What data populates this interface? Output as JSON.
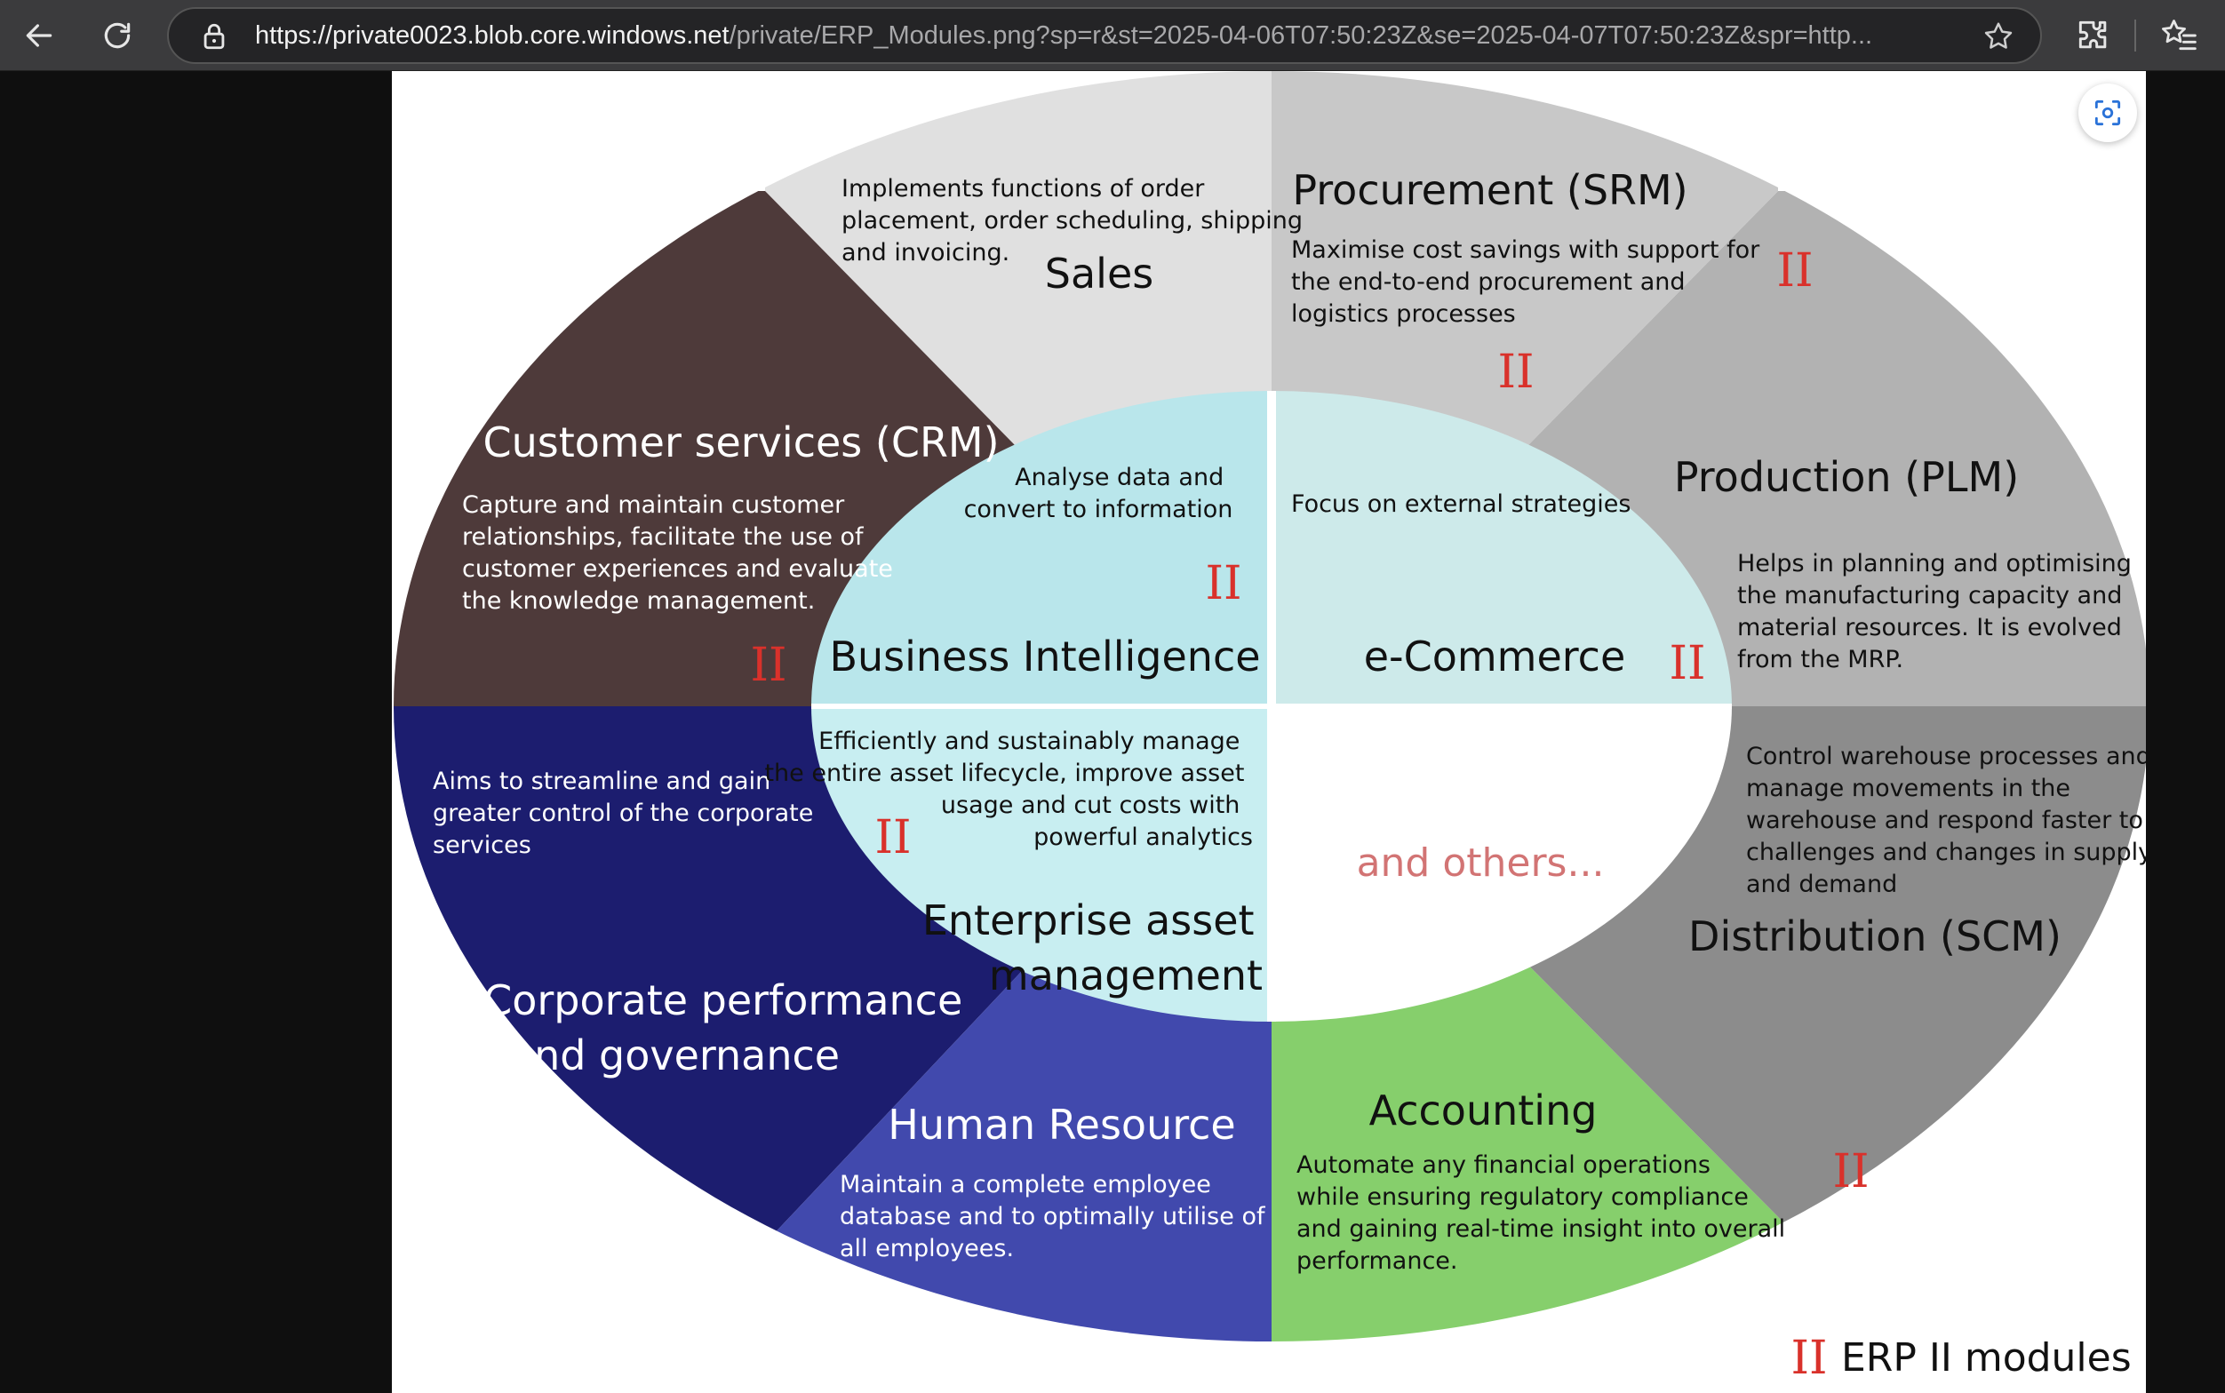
{
  "browser": {
    "url_host": "https://private0023.blob.core.windows.net",
    "url_path": "/private/ERP_Modules.png?sp=r&st=2025-04-06T07:50:23Z&se=2025-04-07T07:50:23Z&spr=http...",
    "icons": [
      "back-arrow-icon",
      "reload-icon",
      "site-info-icon",
      "star-icon",
      "extensions-icon",
      "favorites-icon"
    ]
  },
  "diagram": {
    "colors": {
      "sales": "#e0e0e0",
      "procurement": "#c8c8c8",
      "production": "#b2b2b2",
      "distribution": "#8c8c8c",
      "accounting": "#86cf6c",
      "hr": "#4149ad",
      "corporate": "#1c1d6f",
      "crm": "#4e3a3a",
      "bi": "#b9e6eb",
      "ecommerce": "#cdeaea",
      "eam": "#c8eef1",
      "mark": "#d9312b",
      "others": "#d27474"
    },
    "sales": {
      "title": "Sales",
      "desc": [
        "Implements functions of order",
        "placement, order scheduling, shipping",
        "and invoicing."
      ]
    },
    "procurement": {
      "title": "Procurement (SRM)",
      "desc": [
        "Maximise cost savings with support for",
        "the end-to-end procurement and",
        "logistics processes"
      ]
    },
    "production": {
      "title": "Production (PLM)",
      "desc": [
        "Helps in planning and optimising",
        "the manufacturing capacity and",
        "material resources. It is evolved",
        "from the MRP."
      ]
    },
    "distribution": {
      "title": "Distribution (SCM)",
      "desc": [
        "Control warehouse processes and",
        "manage movements in the",
        "warehouse and respond faster to",
        "challenges and changes in supply",
        "and demand"
      ]
    },
    "accounting": {
      "title": "Accounting",
      "desc": [
        "Automate any financial operations",
        "while ensuring regulatory compliance",
        "and gaining real-time insight into overall",
        "performance."
      ]
    },
    "hr": {
      "title": "Human Resource",
      "desc": [
        "Maintain a complete employee",
        "database and to optimally utilise of",
        "all  employees."
      ]
    },
    "corporate": {
      "title": [
        "Corporate performance",
        "and governance"
      ],
      "desc": [
        "Aims to streamline and gain",
        "greater control of the corporate",
        "services"
      ]
    },
    "crm": {
      "title": "Customer services (CRM)",
      "desc": [
        "Capture and maintain customer",
        "relationships, facilitate the use of",
        "customer experiences and evaluate",
        "the knowledge management."
      ]
    },
    "bi": {
      "title": "Business Intelligence",
      "desc": [
        "Analyse data and",
        "convert to information"
      ]
    },
    "ecommerce": {
      "title": "e-Commerce",
      "desc": "Focus on external strategies"
    },
    "eam": {
      "title": [
        "Enterprise asset",
        "management"
      ],
      "desc": [
        "Efficiently and sustainably manage",
        "the entire asset lifecycle, improve asset",
        "usage and cut costs with",
        "powerful analytics"
      ]
    },
    "others": "and others...",
    "mark_symbol": "II",
    "legend": "ERP II modules"
  }
}
